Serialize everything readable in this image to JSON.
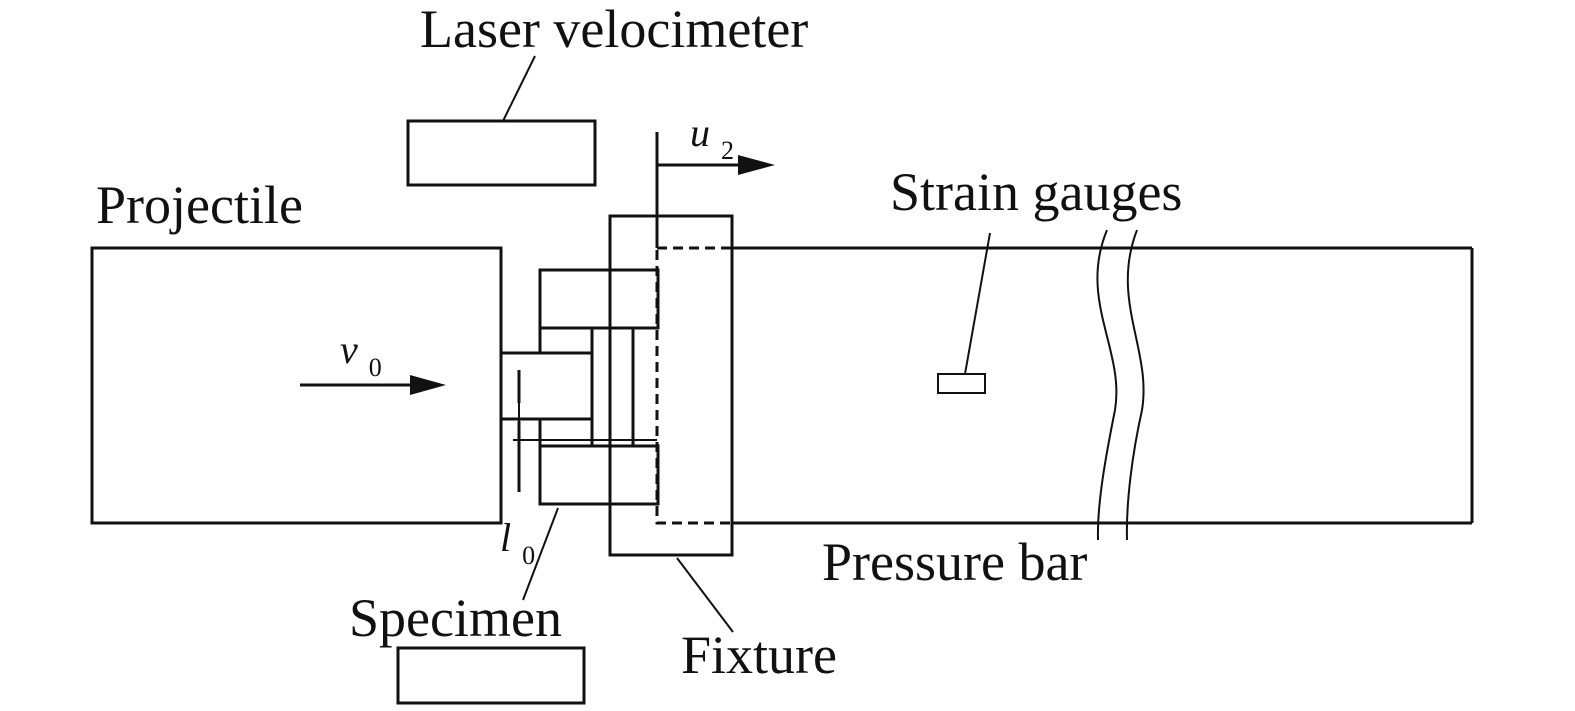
{
  "labels": {
    "laser_velocimeter": "Laser velocimeter",
    "projectile": "Projectile",
    "strain_gauges": "Strain gauges",
    "pressure_bar": "Pressure bar",
    "specimen": "Specimen",
    "fixture": "Fixture"
  },
  "symbols": {
    "v0_main": "v",
    "v0_sub": "0",
    "u2_main": "u",
    "u2_sub": "2",
    "l0_main": "l",
    "l0_sub": "0"
  },
  "colors": {
    "line": "#111111",
    "background": "#ffffff"
  }
}
